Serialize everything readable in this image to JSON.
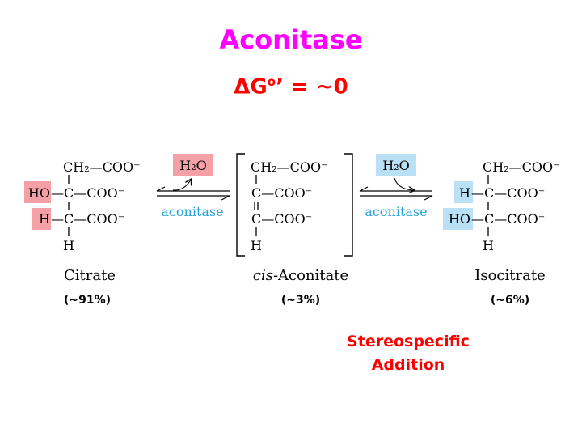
{
  "title": "Aconitase",
  "delta_g": {
    "symbol": "ΔG",
    "superscript": "o",
    "suffix": "’ = ~0"
  },
  "colors": {
    "title": "#ff00ff",
    "emphasis": "#ff0000",
    "highlight_red": "#f4a0a6",
    "highlight_blue": "#b9e0f5",
    "enzyme_label": "#2aa2d6"
  },
  "scheme": {
    "citrate": {
      "line1": "CH₂—COO⁻",
      "line2_group": "HO",
      "line2_rest": "—C—COO⁻",
      "line3_group": "H",
      "line3_rest": "—C—COO⁻",
      "line4": "H",
      "name": "Citrate",
      "percent": "(~91%)"
    },
    "cis_aconitate": {
      "line1": "CH₂—COO⁻",
      "line2": "C—COO⁻",
      "line3": "C—COO⁻",
      "line4": "H",
      "name_italic": "cis",
      "name_rest": "-Aconitate",
      "percent": "(~3%)"
    },
    "isocitrate": {
      "line1": "CH₂—COO⁻",
      "line2_group": "H",
      "line2_rest": "—C—COO⁻",
      "line3_group": "HO",
      "line3_rest": "—C—COO⁻",
      "line4": "H",
      "name": "Isocitrate",
      "percent": "(~6%)"
    },
    "step1": {
      "water": "H₂O",
      "enzyme": "aconitase"
    },
    "step2": {
      "water": "H₂O",
      "enzyme": "aconitase"
    }
  },
  "note": {
    "line1": "Stereospecific",
    "line2": "Addition"
  }
}
